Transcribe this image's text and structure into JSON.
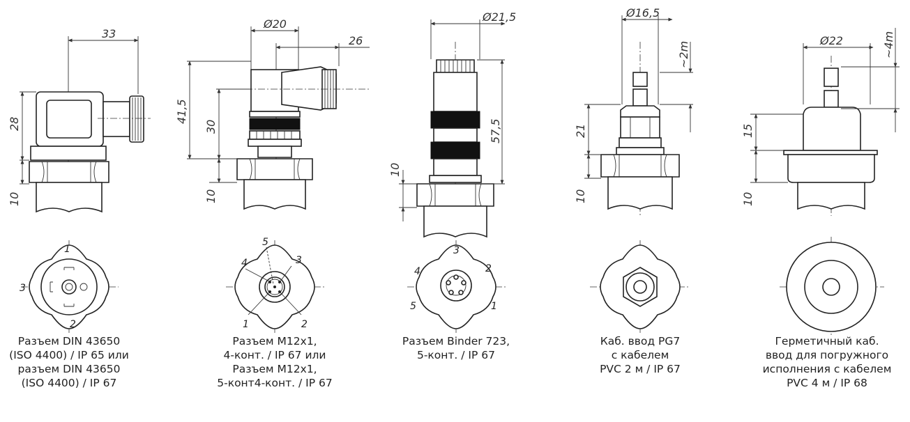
{
  "header_fragment": "",
  "connectors": [
    {
      "id": "din",
      "dims": [
        "33",
        "28",
        "10"
      ],
      "pins": [
        "1",
        "2",
        "3"
      ],
      "caption": [
        "Разъем DIN 43650",
        "(ISO 4400) / IP 65 или",
        "разъем DIN 43650",
        "(ISO 4400) / IP 67"
      ]
    },
    {
      "id": "m12",
      "dims": [
        "Ø20",
        "26",
        "41,5",
        "30",
        "10"
      ],
      "pins": [
        "1",
        "2",
        "3",
        "4",
        "5"
      ],
      "caption": [
        "Разъем M12x1,",
        "4-конт. / IP 67 или",
        "Разъем M12x1,",
        "5-конт4-конт. / IP 67"
      ]
    },
    {
      "id": "binder",
      "dims": [
        "Ø21,5",
        "57,5",
        "10"
      ],
      "pins": [
        "1",
        "2",
        "3",
        "4",
        "5"
      ],
      "caption": [
        "Разъем Binder 723,",
        "5-конт. / IP 67"
      ]
    },
    {
      "id": "pg7",
      "dims": [
        "Ø16,5",
        "~2m",
        "21",
        "10"
      ],
      "pins": [],
      "caption": [
        "Каб. ввод PG7",
        "с кабелем",
        "PVC 2 м / IP 67"
      ]
    },
    {
      "id": "sealed",
      "dims": [
        "Ø22",
        "~4m",
        "15",
        "10"
      ],
      "pins": [],
      "caption": [
        "Герметичный каб.",
        "ввод для погружного",
        "исполнения с кабелем",
        "PVC 4 м / IP 68"
      ]
    }
  ]
}
